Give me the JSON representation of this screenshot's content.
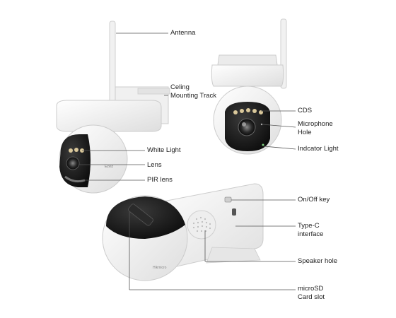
{
  "labels": {
    "antenna": "Antenna",
    "ceiling_track": "Celing\nMounting Track",
    "white_light": "White Light",
    "lens": "Lens",
    "pir_lens": "PIR lens",
    "cds": "CDS",
    "microphone_hole": "Microphone\nHole",
    "indicator_light": "Indcator Light",
    "on_off_key": "On/Off key",
    "type_c": "Type-C\ninterface",
    "speaker_hole": "Speaker hole",
    "microsd_slot": "microSD\nCard slot"
  },
  "camera_branding": {
    "front_logo": "Ezviz",
    "bottom_logo": "Hikmicro"
  },
  "colors": {
    "body": "#f3f3f3",
    "dome": "#1c1c1c",
    "leader_line": "#555555",
    "text": "#222222"
  }
}
